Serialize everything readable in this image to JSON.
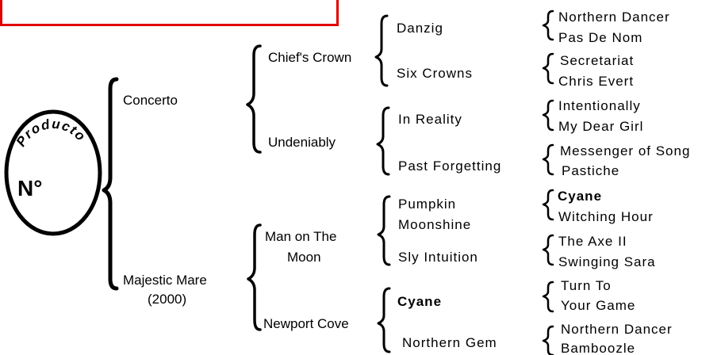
{
  "header_box_color": "#e00000",
  "badge": {
    "arc_label": "Producto",
    "number": "N°"
  },
  "gen1": {
    "sire": "Concerto",
    "dam": "Majestic Mare",
    "dam_year": "(2000)"
  },
  "gen2": {
    "sire_sire": "Chief's Crown",
    "sire_dam": "Undeniably",
    "dam_sire_line1": "Man on The",
    "dam_sire_line2": "Moon",
    "dam_dam": "Newport Cove"
  },
  "gen3": {
    "a": "Danzig",
    "b": "Six Crowns",
    "c": "In Reality",
    "d": "Past Forgetting",
    "e_line1": "Pumpkin",
    "e_line2": "Moonshine",
    "f": "Sly Intuition",
    "g": "Cyane",
    "h": "Northern Gem"
  },
  "gen4": {
    "a1": "Northern Dancer",
    "a2": "Pas De Nom",
    "b1": "Secretariat",
    "b2": "Chris Evert",
    "c1": "Intentionally",
    "c2": "My Dear Girl",
    "d1": "Messenger of Song",
    "d2": "Pastiche",
    "e1": "Cyane",
    "e2": "Witching Hour",
    "f1": "The Axe II",
    "f2": "Swinging Sara",
    "g1": "Turn To",
    "g2": "Your Game",
    "h1": "Northern Dancer",
    "h2": "Bamboozle"
  }
}
